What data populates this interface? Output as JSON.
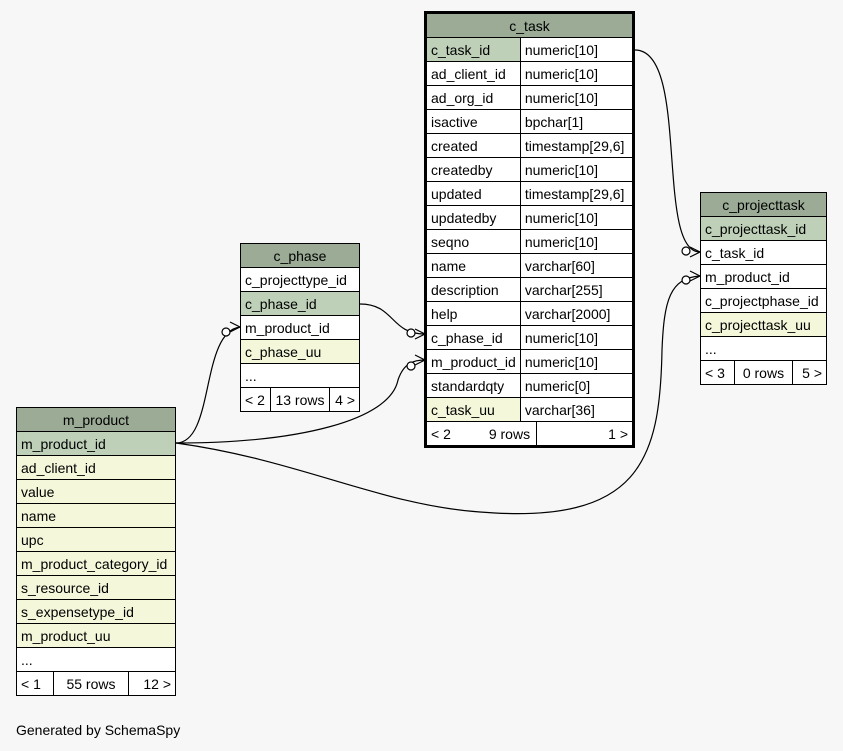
{
  "footer": "Generated by SchemaSpy",
  "c_task": {
    "name": "c_task",
    "columns": [
      {
        "name": "c_task_id",
        "type": "numeric[10]"
      },
      {
        "name": "ad_client_id",
        "type": "numeric[10]"
      },
      {
        "name": "ad_org_id",
        "type": "numeric[10]"
      },
      {
        "name": "isactive",
        "type": "bpchar[1]"
      },
      {
        "name": "created",
        "type": "timestamp[29,6]"
      },
      {
        "name": "createdby",
        "type": "numeric[10]"
      },
      {
        "name": "updated",
        "type": "timestamp[29,6]"
      },
      {
        "name": "updatedby",
        "type": "numeric[10]"
      },
      {
        "name": "seqno",
        "type": "numeric[10]"
      },
      {
        "name": "name",
        "type": "varchar[60]"
      },
      {
        "name": "description",
        "type": "varchar[255]"
      },
      {
        "name": "help",
        "type": "varchar[2000]"
      },
      {
        "name": "c_phase_id",
        "type": "numeric[10]"
      },
      {
        "name": "m_product_id",
        "type": "numeric[10]"
      },
      {
        "name": "standardqty",
        "type": "numeric[0]"
      },
      {
        "name": "c_task_uu",
        "type": "varchar[36]"
      }
    ],
    "parents": "< 2",
    "rows": "9 rows",
    "children": "1 >"
  },
  "c_phase": {
    "name": "c_phase",
    "columns": [
      "c_projecttype_id",
      "c_phase_id",
      "m_product_id",
      "c_phase_uu",
      "..."
    ],
    "parents": "< 2",
    "rows": "13 rows",
    "children": "4 >"
  },
  "c_projecttask": {
    "name": "c_projecttask",
    "columns": [
      "c_projecttask_id",
      "c_task_id",
      "m_product_id",
      "c_projectphase_id",
      "c_projecttask_uu",
      "..."
    ],
    "parents": "< 3",
    "rows": "0 rows",
    "children": "5 >"
  },
  "m_product": {
    "name": "m_product",
    "columns": [
      "m_product_id",
      "ad_client_id",
      "value",
      "name",
      "upc",
      "m_product_category_id",
      "s_resource_id",
      "s_expensetype_id",
      "m_product_uu",
      "..."
    ],
    "parents": "< 1",
    "rows": "55 rows",
    "children": "12 >"
  }
}
